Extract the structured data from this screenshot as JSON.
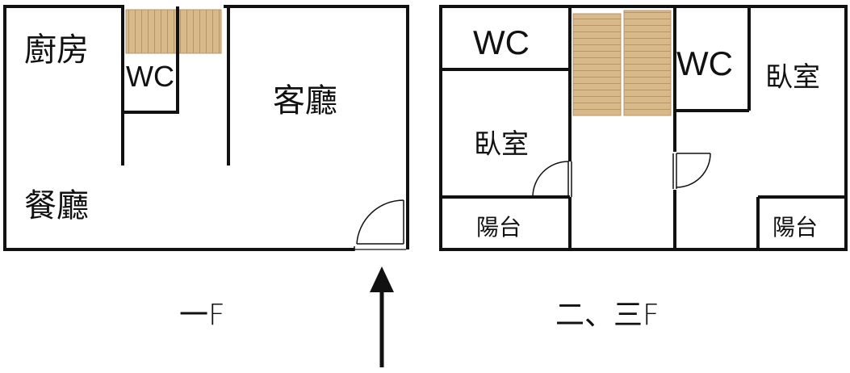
{
  "floor1": {
    "kitchen": "廚房",
    "wc": "WC",
    "living": "客廳",
    "dining": "餐廳",
    "label": "一F"
  },
  "floor23": {
    "wc_left": "WC",
    "wc_right": "WC",
    "bedroom_left": "臥室",
    "bedroom_right": "臥室",
    "balcony_left": "陽台",
    "balcony_right": "陽台",
    "label": "二、三F"
  },
  "colors": {
    "wall": "#111111",
    "stair_fill": "#d8b98a",
    "stair_line": "#b8956a"
  },
  "icons": {
    "entrance": "arrow-up-icon",
    "door": "door-swing-icon",
    "stair": "staircase-icon"
  }
}
